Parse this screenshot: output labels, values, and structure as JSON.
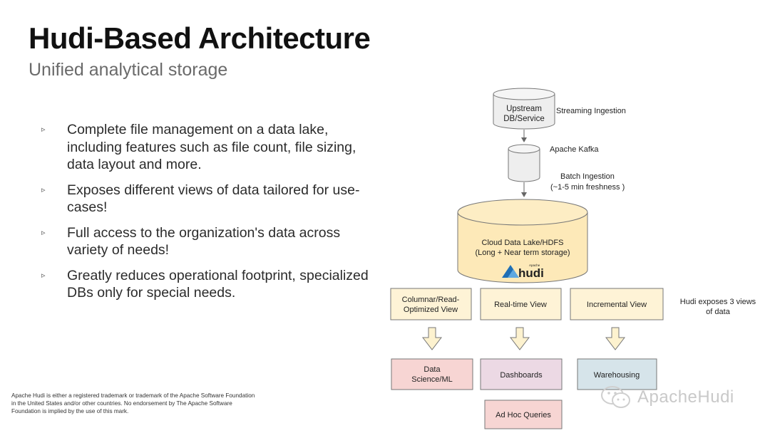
{
  "title": "Hudi-Based Architecture",
  "subtitle": "Unified analytical storage",
  "bullets": [
    "Complete file management on a data lake, including features such as file count, file sizing, data layout and more.",
    "Exposes different views of data tailored for use-cases!",
    "Full access to the organization's data across variety of needs!",
    "Greatly reduces operational footprint, specialized DBs only for special needs."
  ],
  "bullet_marker": "▹",
  "footnote": "Apache Hudi is either a registered trademark or trademark of the Apache Software Foundation in the United States and/or other countries. No endorsement by The Apache Software Foundation is implied by the use of this mark.",
  "diagram": {
    "upstream": [
      "Upstream",
      "DB/Service"
    ],
    "streaming_label": "Streaming Ingestion",
    "kafka_label": "Apache Kafka",
    "batch_label": [
      "Batch Ingestion",
      "(~1-5 min freshness )"
    ],
    "lake": [
      "Cloud Data Lake/HDFS",
      "(Long + Near term storage)"
    ],
    "hudi_logo_text": "hudi",
    "hudi_logo_small": "Apache",
    "views": [
      [
        "Columnar/Read-",
        "Optimized View"
      ],
      [
        "Real-time View"
      ],
      [
        "Incremental View"
      ]
    ],
    "views_note": [
      "Hudi exposes 3 views",
      "of data"
    ],
    "consumers": {
      "data_science": [
        "Data",
        "Science/ML"
      ],
      "dashboards": "Dashboards",
      "ad_hoc": "Ad Hoc Queries",
      "warehousing": "Warehousing"
    },
    "colors": {
      "lake_fill": "#fde9b8",
      "view_fill": "#fef3d6",
      "data_science_fill": "#f7d5d3",
      "dashboards_fill": "#ecd9e4",
      "warehousing_fill": "#d6e4ea",
      "adhoc_fill": "#f7d5d3",
      "arrow_fill": "#fdf2cf",
      "hudi_blue": "#1f6fb5"
    }
  },
  "watermark": "ApacheHudi"
}
